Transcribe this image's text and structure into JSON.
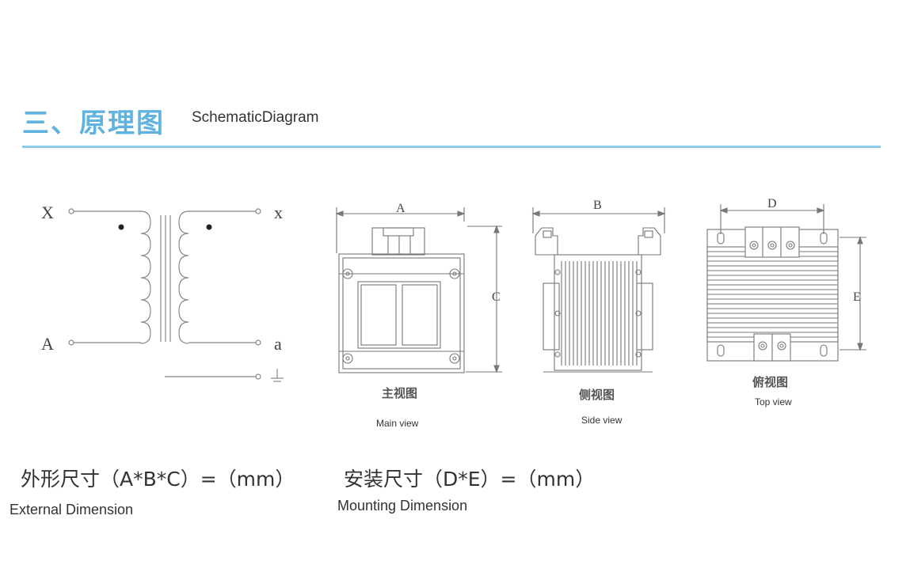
{
  "header": {
    "title_cn": "三、原理图",
    "title_en": "SchematicDiagram"
  },
  "schematic": {
    "left_top": "X",
    "left_bottom": "A",
    "right_top": "x",
    "right_bottom": "a"
  },
  "views": {
    "main": {
      "cn": "主视图",
      "en": "Main view",
      "dim_a": "A",
      "dim_c": "C"
    },
    "side": {
      "cn": "侧视图",
      "en": "Side view",
      "dim_b": "B"
    },
    "top": {
      "cn": "俯视图",
      "en": "Top view",
      "dim_d": "D",
      "dim_e": "E"
    }
  },
  "dimensions": {
    "external_cn": "外形尺寸（A*B*C）=（mm）",
    "external_en": "External Dimension",
    "mounting_cn": "安装尺寸（D*E）=（mm）",
    "mounting_en": "Mounting Dimension"
  },
  "colors": {
    "heading": "#5fb3de",
    "rule": "#8ccbea",
    "line": "#777777"
  }
}
